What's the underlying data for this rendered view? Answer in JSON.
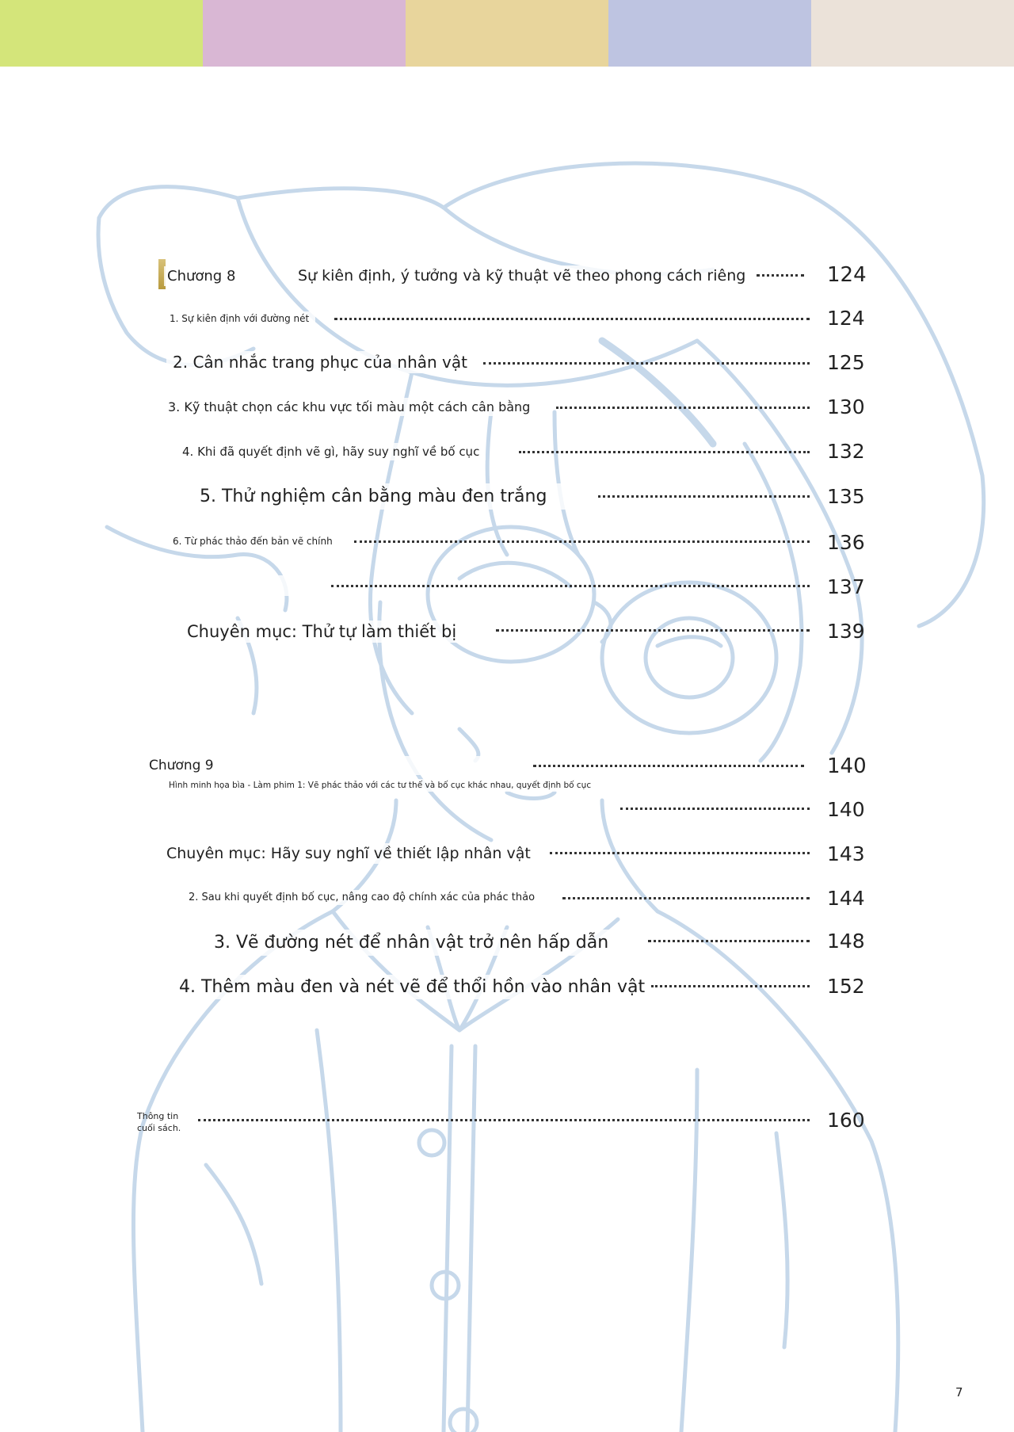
{
  "header_strip": {
    "colors": [
      "#d4e57a",
      "#d9b7d4",
      "#e8d59c",
      "#bec4e1",
      "#ebe2d9"
    ]
  },
  "chapter8": {
    "chapter_label": "Chương 8",
    "title": "Sự kiên định, ý tưởng và kỹ thuật vẽ theo phong cách riêng",
    "title_page": "124",
    "entries": [
      {
        "text": "1. Sự kiên định với đường nét",
        "page": "124"
      },
      {
        "text": "2. Cân nhắc trang phục của nhân vật",
        "page": "125"
      },
      {
        "text": "3. Kỹ thuật chọn các khu vực tối màu một cách cân bằng",
        "page": "130"
      },
      {
        "text": "4. Khi đã quyết định vẽ gì, hãy suy nghĩ về bố cục",
        "page": "132"
      },
      {
        "text": "5. Thử nghiệm cân bằng màu đen trắng",
        "page": "135"
      },
      {
        "text": "6. Từ phác thảo đến bản vẽ chính",
        "page": "136"
      },
      {
        "text": "",
        "page": "137"
      },
      {
        "text": "Chuyên mục: Thử tự làm thiết bị",
        "page": "139"
      }
    ]
  },
  "chapter9": {
    "chapter_label": "Chương 9",
    "title_page": "140",
    "subtitle": "Hình minh họa bìa - Làm phim 1: Vẽ phác thảo với các tư thế và bố cục khác nhau, quyết định bố cục",
    "subtitle_page": "140",
    "entries": [
      {
        "text": "Chuyên mục: Hãy suy nghĩ về thiết lập nhân vật",
        "page": "143"
      },
      {
        "text": "2. Sau khi quyết định bố cục, nâng cao độ chính xác của phác thảo",
        "page": "144"
      },
      {
        "text": "3. Vẽ đường nét để nhân vật trở nên hấp dẫn",
        "page": "148"
      },
      {
        "text": "4. Thêm màu đen và nét vẽ để thổi hồn vào nhân vật",
        "page": "152"
      }
    ]
  },
  "end_info": {
    "line1": "Thông tin",
    "line2": "cuối sách.",
    "page": "160"
  },
  "page_number": "7"
}
